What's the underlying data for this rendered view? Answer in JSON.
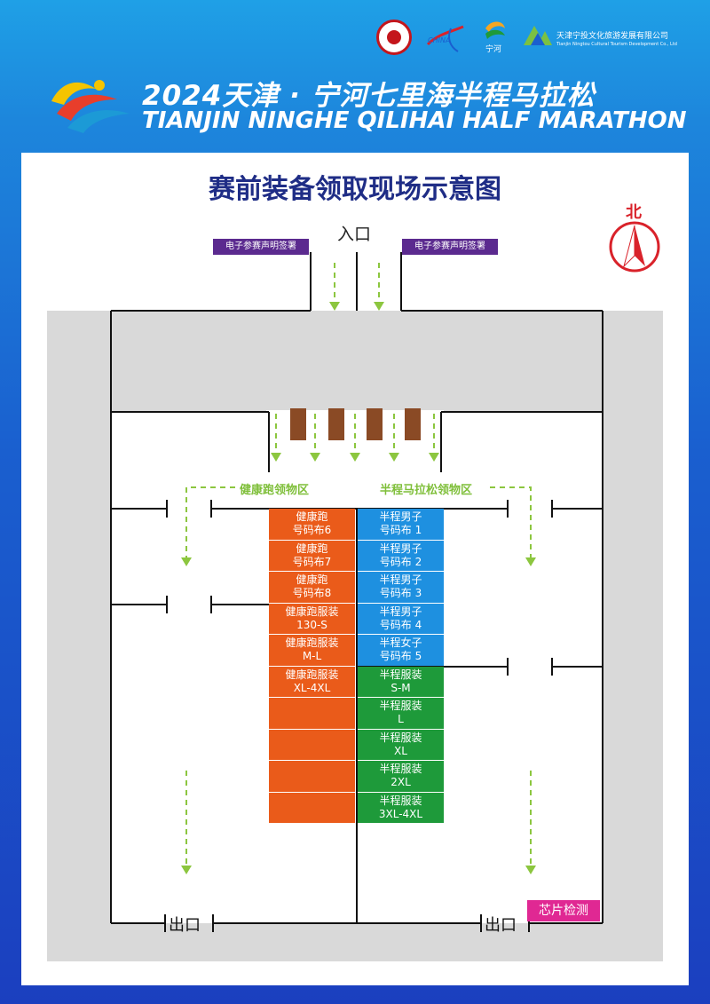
{
  "header": {
    "title_cn": "2024天津 · 宁河七里海半程马拉松",
    "title_en": "TIANJIN NINGHE QILIHAI HALF MARATHON",
    "partner_name": "天津宁投文化旅游发展有限公司",
    "partner_name_en": "Tianjin Ningtou Cultural Tourism Development Co., Ltd",
    "logo_text": "宁河"
  },
  "map": {
    "title": "赛前装备领取现场示意图",
    "north": "北",
    "entrance": "入口",
    "sign_left": "电子参赛声明签署",
    "sign_right": "电子参赛声明签署",
    "zone_fun_run": "健康跑领物区",
    "zone_half": "半程马拉松领物区",
    "exit_left": "出口",
    "exit_right": "出口",
    "chip_check": "芯片检测",
    "orange_booths": [
      "健康跑\n号码布6",
      "健康跑\n号码布7",
      "健康跑\n号码布8",
      "健康跑服装\n130-S",
      "健康跑服装\nM-L",
      "健康跑服装\nXL-4XL",
      "",
      "",
      "",
      ""
    ],
    "right_booths": [
      "半程男子\n号码布 1",
      "半程男子\n号码布 2",
      "半程男子\n号码布 3",
      "半程男子\n号码布 4",
      "半程女子\n号码布 5",
      "半程服装\nS-M",
      "半程服装\nL",
      "半程服装\nXL",
      "半程服装\n2XL",
      "半程服装\n3XL-4XL"
    ],
    "right_booth_colors": [
      "#1e90e0",
      "#1e90e0",
      "#1e90e0",
      "#1e90e0",
      "#1e90e0",
      "#1e9a3a",
      "#1e9a3a",
      "#1e9a3a",
      "#1e9a3a",
      "#1e9a3a"
    ]
  },
  "colors": {
    "brand_blue": "#1a5fcf",
    "title_navy": "#1f2d86",
    "fun_run_orange": "#ea5b1a",
    "half_blue": "#1e90e0",
    "half_green": "#1e9a3a",
    "arrow_green": "#8cc63f",
    "chip_magenta": "#e02893",
    "label_purple": "#5b2a8f",
    "north_red": "#d9222a"
  }
}
